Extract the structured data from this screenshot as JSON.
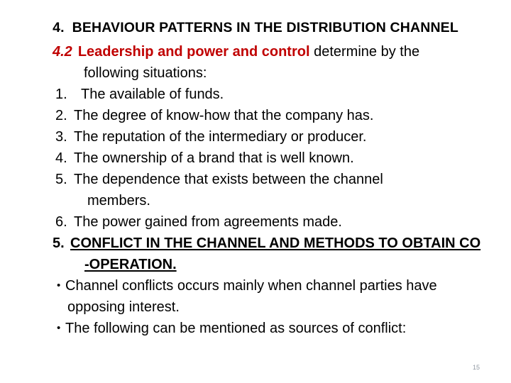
{
  "slide": {
    "title_number": "4.",
    "title_text": "BEHAVIOUR PATTERNS IN THE DISTRIBUTION CHANNEL",
    "section": {
      "number": "4.2",
      "heading_red": "Leadership and power and control",
      "heading_rest": "determine by the",
      "heading_line2": "following situations:"
    },
    "numbered_items": [
      {
        "marker": "1.",
        "text": "The available of funds."
      },
      {
        "marker": "2.",
        "text": "The degree of know-how that the company has."
      },
      {
        "marker": "3.",
        "text": "The reputation of the intermediary or producer."
      },
      {
        "marker": "4.",
        "text": "The ownership of a brand that is well known."
      },
      {
        "marker": "5.",
        "text": "The dependence that exists between the channel"
      },
      {
        "marker": "",
        "text": "members."
      },
      {
        "marker": "6.",
        "text": "The power gained from agreements made."
      }
    ],
    "conflict_heading": {
      "marker": "5.",
      "line1": "CONFLICT IN THE CHANNEL AND METHODS TO OBTAIN CO",
      "line2": "-OPERATION."
    },
    "bullets": [
      {
        "glyph": "•",
        "line1": "Channel conflicts occurs mainly when channel parties have",
        "line2": "opposing interest."
      },
      {
        "glyph": "•",
        "line1": "The following can be mentioned as sources of conflict:",
        "line2": ""
      }
    ],
    "page_number": "15",
    "colors": {
      "accent_red": "#C00000",
      "body_black": "#000000",
      "page_number_gray": "#9099a2",
      "background": "#FFFFFF"
    }
  }
}
